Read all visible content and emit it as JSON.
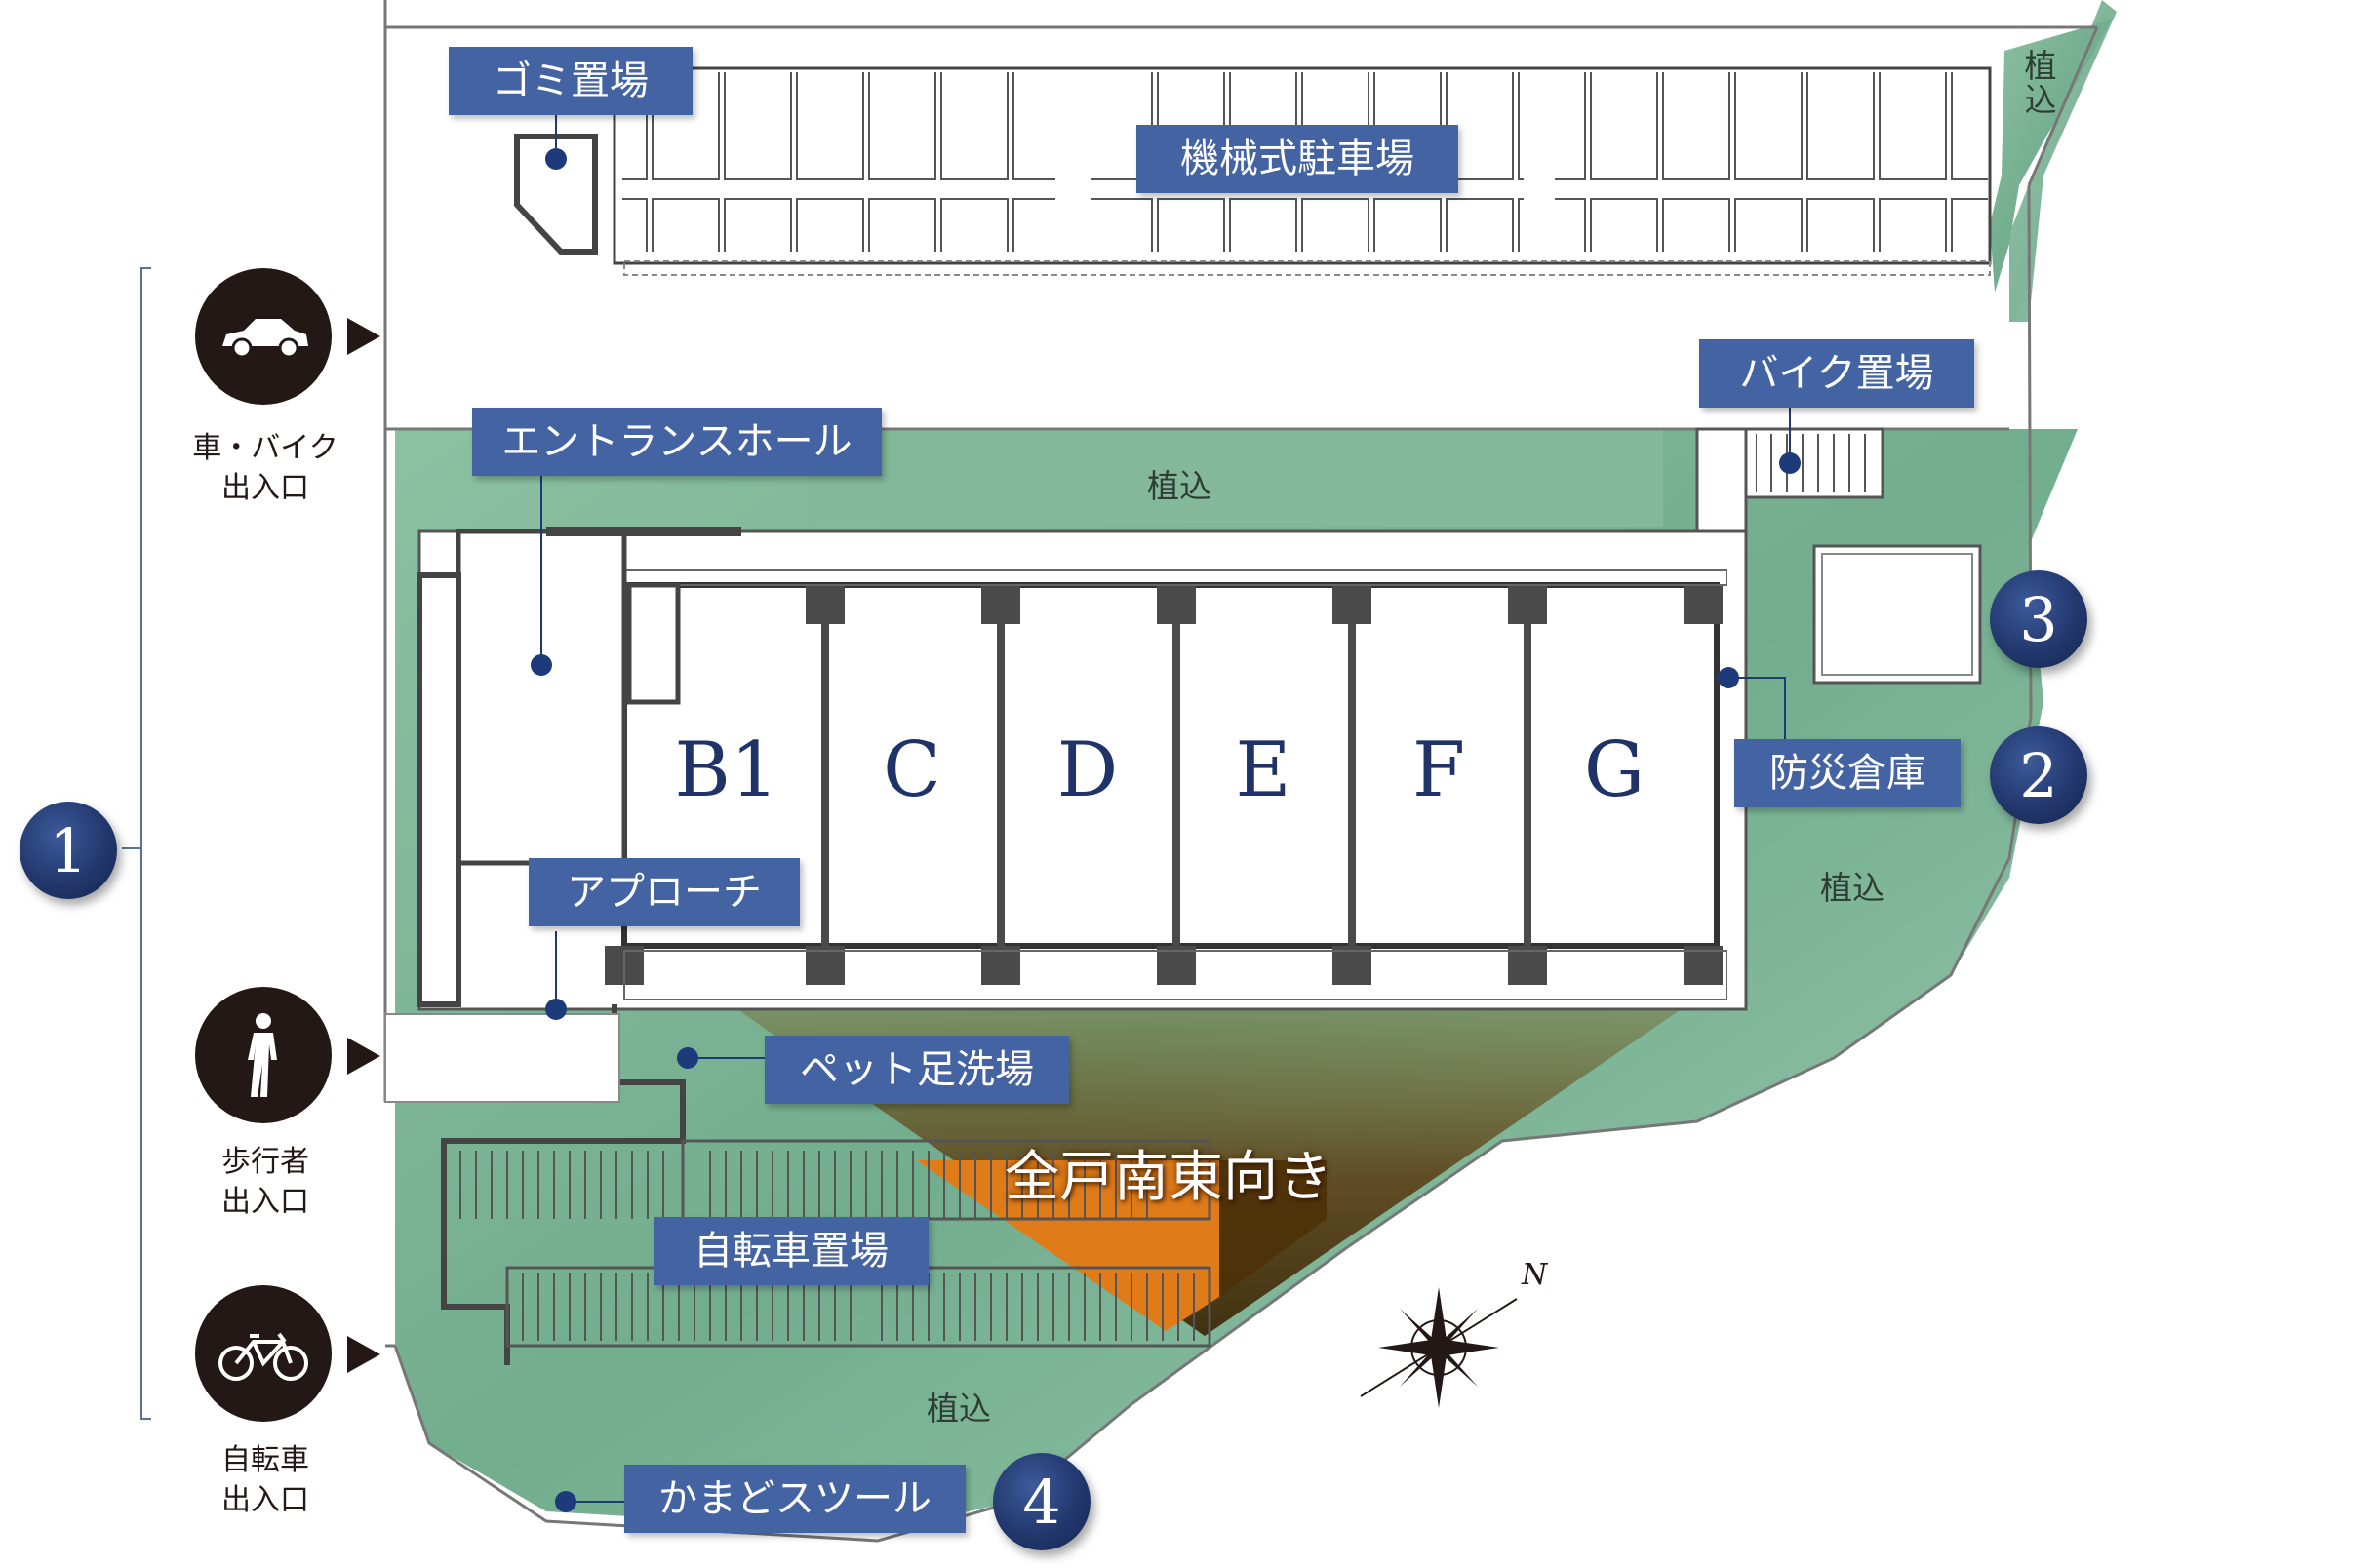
{
  "headline": "全戸南東向き",
  "entrances": {
    "car": {
      "icon": "car-icon",
      "line1": "車・バイク",
      "line2": "出入口"
    },
    "pedestrian": {
      "icon": "pedestrian-icon",
      "line1": "歩行者",
      "line2": "出入口"
    },
    "bicycle": {
      "icon": "bicycle-icon",
      "line1": "自転車",
      "line2": "出入口"
    }
  },
  "facility_labels": {
    "garbage": "ゴミ置場",
    "parking": "機械式駐車場",
    "bike_parking": "バイク置場",
    "entrance_hall": "エントランスホール",
    "disaster_storage": "防災倉庫",
    "approach": "アプローチ",
    "pet_wash": "ペット足洗場",
    "bicycle_parking": "自転車置場",
    "kamado_stool": "かまどスツール"
  },
  "planting_labels": {
    "top_right": "植込",
    "north": "植込",
    "east": "植込",
    "south": "植込"
  },
  "units": [
    "B1",
    "C",
    "D",
    "E",
    "F",
    "G"
  ],
  "markers": {
    "one": "1",
    "two": "2",
    "three": "3",
    "four": "4"
  },
  "compass_label": "N",
  "colors": {
    "label_bg": "#4463a3",
    "marker": "#22386e",
    "planting": "#7fb597",
    "sun": "#e07b1a",
    "wall": "#4a4a4a"
  }
}
